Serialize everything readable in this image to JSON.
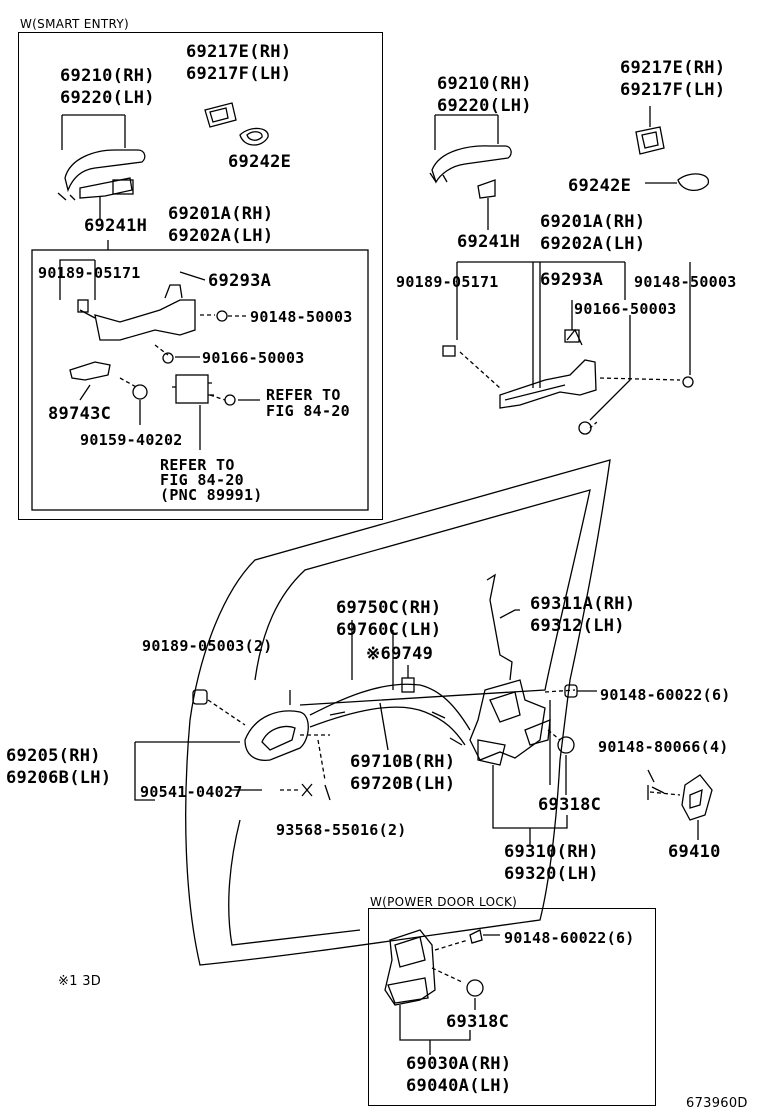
{
  "smart_entry": {
    "title": "W(SMART ENTRY)",
    "handle_rh": "69210(RH)",
    "handle_lh": "69220(LH)",
    "cover_rh": "69217E(RH)",
    "cover_lh": "69217F(LH)",
    "pad": "69242E",
    "grommet": "69241H",
    "frame_rh": "69201A(RH)",
    "frame_lh": "69202A(LH)",
    "inner": {
      "p1": "90189-05171",
      "p2": "69293A",
      "p3": "90148-50003",
      "p4": "90166-50003",
      "p5": "89743C",
      "refer1_a": "REFER TO",
      "refer1_b": "FIG 84-20",
      "p6": "90159-40202",
      "refer2_a": "REFER TO",
      "refer2_b": "FIG 84-20",
      "refer2_c": "(PNC 89991)"
    }
  },
  "std": {
    "handle_rh": "69210(RH)",
    "handle_lh": "69220(LH)",
    "cover_rh": "69217E(RH)",
    "cover_lh": "69217F(LH)",
    "pad": "69242E",
    "grommet": "69241H",
    "frame_rh": "69201A(RH)",
    "frame_lh": "69202A(LH)",
    "p1": "90189-05171",
    "p2": "69293A",
    "p3": "90148-50003",
    "p4": "90166-50003"
  },
  "door": {
    "cable_rh": "69750C(RH)",
    "cable_lh": "69760C(LH)",
    "rod_rh": "69311A(RH)",
    "rod_lh": "69312(LH)",
    "clip": "※69749",
    "bolt_a": "90189-05003(2)",
    "screw_a": "90148-60022(6)",
    "screw_b": "90148-80066(4)",
    "inner_rh": "69205(RH)",
    "inner_lh": "69206B(LH)",
    "cable2_rh": "69710B(RH)",
    "cable2_lh": "69720B(LH)",
    "screw_c": "90541-04027",
    "cap": "69318C",
    "screw_d": "93568-55016(2)",
    "lock_rh": "69310(RH)",
    "lock_lh": "69320(LH)",
    "striker": "69410"
  },
  "power_lock": {
    "title": "W(POWER DOOR LOCK)",
    "screw": "90148-60022(6)",
    "cap": "69318C",
    "lock_rh": "69030A(RH)",
    "lock_lh": "69040A(LH)"
  },
  "footnote": "※1 3D",
  "figure_id": "673960D"
}
